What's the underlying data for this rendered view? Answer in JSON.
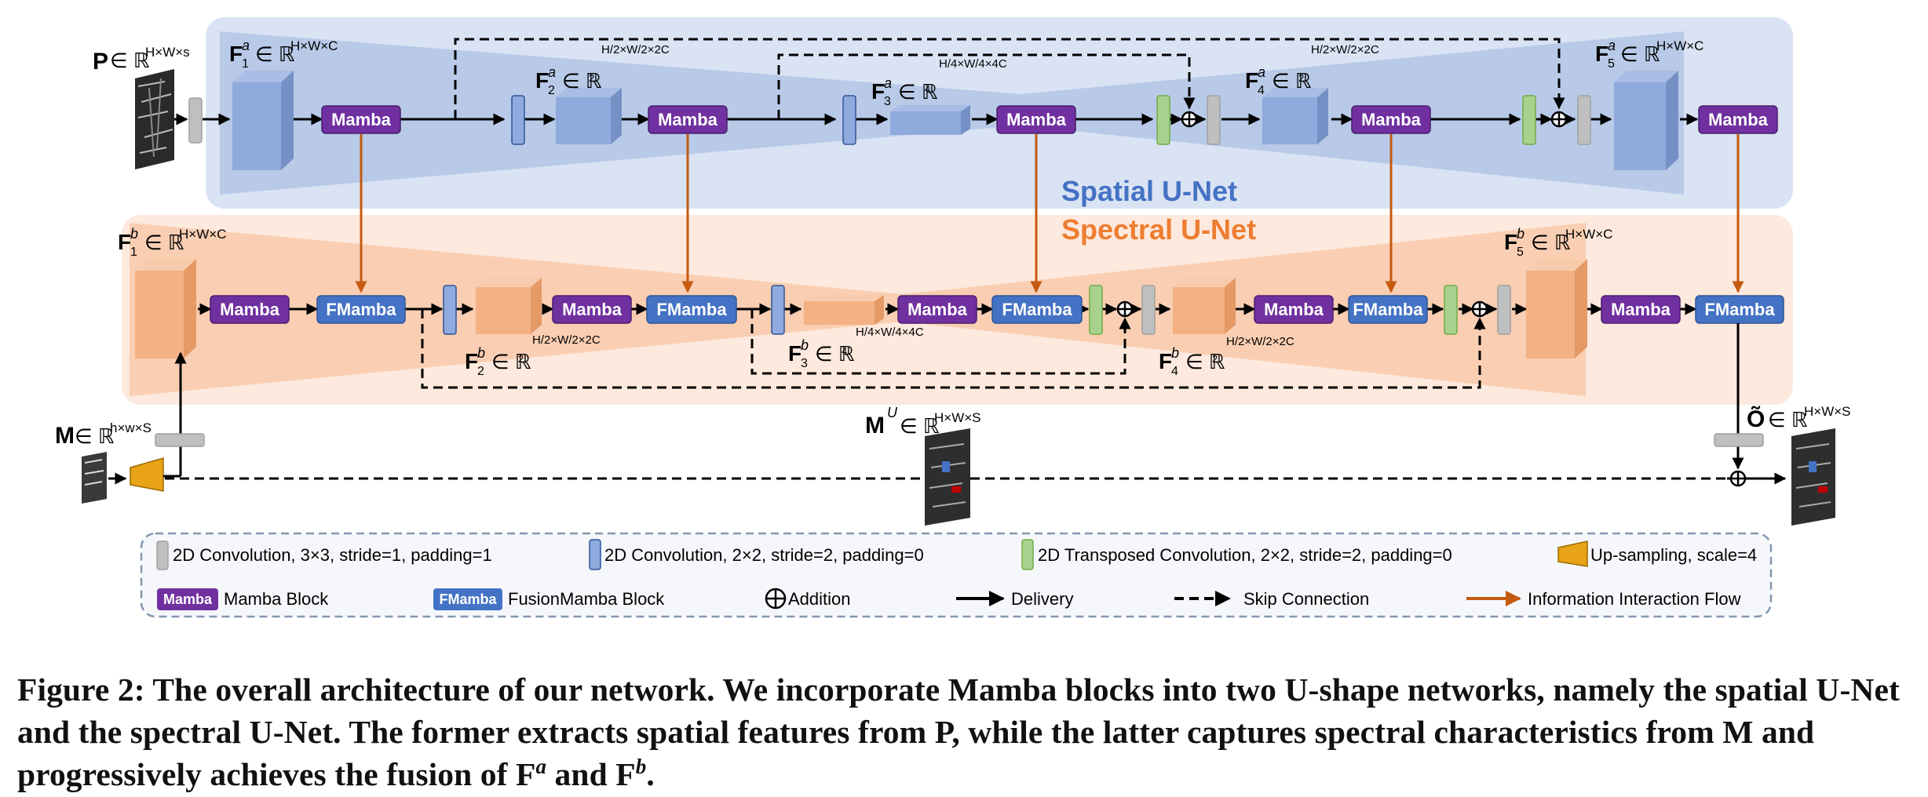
{
  "diagram": {
    "spatial_label": "Spatial U-Net",
    "spectral_label": "Spectral U-Net",
    "mamba_label": "Mamba",
    "fmamba_label": "FMamba",
    "colors": {
      "spatial_band": "#dae3f3",
      "spatial_wedge": "#b4c7e7",
      "spectral_band": "#fde9dd",
      "spectral_wedge": "#f8cbad",
      "mamba": "#7030a0",
      "fmamba": "#4472c4",
      "conv_gray": "#bfbfbf",
      "conv_blue": "#8faadc",
      "tconv_green": "#a9d18e",
      "upsample": "#e8a317",
      "interaction_arrow": "#c55a11",
      "spatial_text": "#4472c4",
      "spectral_text": "#ed7d31"
    },
    "inputs": {
      "P": {
        "letter": "P",
        "space": "H×W×s"
      },
      "M": {
        "letter": "M",
        "space": "h×w×S"
      },
      "MU": {
        "letter": "M",
        "sup": "U",
        "space": "H×W×S"
      },
      "O": {
        "letter": "Õ",
        "space": "H×W×S"
      }
    },
    "features": {
      "Fa1": {
        "sub": "1",
        "sup": "a",
        "space": "H×W×C"
      },
      "Fa2": {
        "sub": "2",
        "sup": "a",
        "space": "H/2×W/2×2C"
      },
      "Fa3": {
        "sub": "3",
        "sup": "a",
        "space": "H/4×W/4×4C"
      },
      "Fa4": {
        "sub": "4",
        "sup": "a",
        "space": "H/2×W/2×2C"
      },
      "Fa5": {
        "sub": "5",
        "sup": "a",
        "space": "H×W×C"
      },
      "Fb1": {
        "sub": "1",
        "sup": "b",
        "space": "H×W×C"
      },
      "Fb2": {
        "sub": "2",
        "sup": "b",
        "space": "H/2×W/2×2C"
      },
      "Fb3": {
        "sub": "3",
        "sup": "b",
        "space": "H/4×W/4×4C"
      },
      "Fb4": {
        "sub": "4",
        "sup": "b",
        "space": "H/2×W/2×2C"
      },
      "Fb5": {
        "sub": "5",
        "sup": "b",
        "space": "H×W×C"
      }
    },
    "legend": {
      "conv3": "2D Convolution, 3×3,  stride=1, padding=1",
      "conv2": "2D Convolution, 2×2,  stride=2, padding=0",
      "tconv": "2D Transposed Convolution, 2×2, stride=2, padding=0",
      "upsample": "Up-sampling, scale=4",
      "mamba_chip": "Mamba",
      "mamba_block": "Mamba Block",
      "fmamba_chip": "FMamba",
      "fmamba_block": "FusionMamba Block",
      "addition": "Addition",
      "delivery": "Delivery",
      "skip": "Skip  Connection",
      "interaction": "Information Interaction Flow"
    }
  },
  "caption": {
    "prefix": "Figure 2: The overall architecture of our network. We incorporate Mamba blocks into two U-shape networks, namely the spatial U-Net and the spectral U-Net. The former extracts spatial features from P, while the latter captures spectral characteristics from M and progressively achieves the fusion of F",
    "sup_a": "a",
    "and": " and F",
    "sup_b": "b",
    "end": "."
  }
}
